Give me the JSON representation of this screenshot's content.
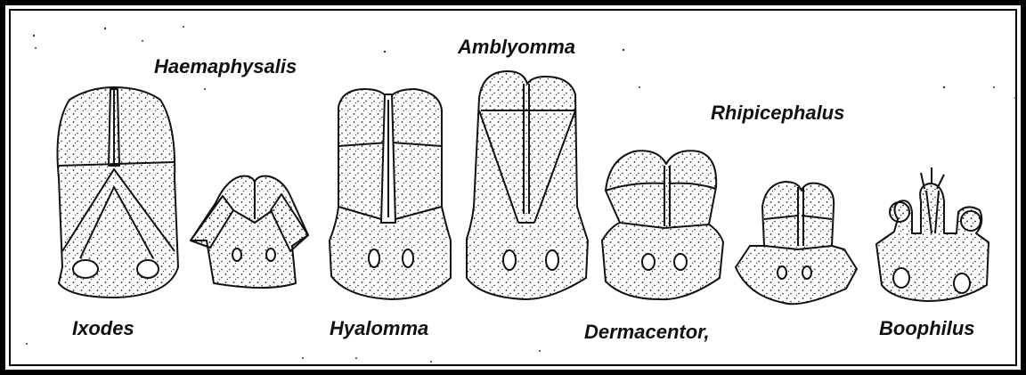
{
  "figure": {
    "labels": {
      "haemaphysalis": "Haemaphysalis",
      "amblyomma": "Amblyomma",
      "rhipicephalus": "Rhipicephalus",
      "ixodes": "Ixodes",
      "hyalomma": "Hyalomma",
      "dermacentor": "Dermacentor,",
      "boophilus": "Boophilus"
    },
    "colors": {
      "ink": "#111111",
      "paper": "#ffffff",
      "frame": "#000000"
    }
  }
}
